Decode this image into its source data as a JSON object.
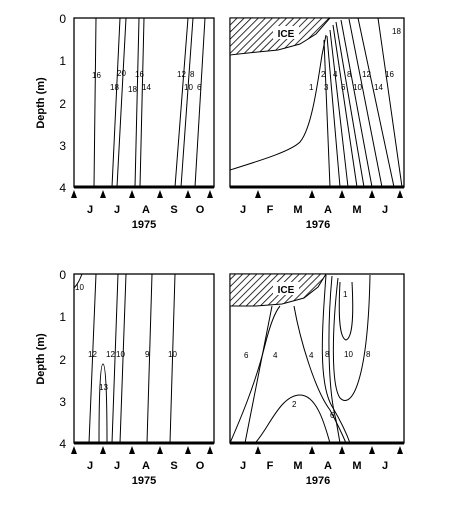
{
  "figure": {
    "ylabel": "Depth (m)",
    "ice_label": "ICE"
  },
  "chart_data": [
    {
      "type": "line",
      "ylabel": "Depth (m)",
      "xlabel": "1975",
      "ylim": [
        4,
        0
      ],
      "yticks": [
        "0",
        "1",
        "2",
        "3",
        "4"
      ],
      "months": [
        "J",
        "J",
        "A",
        "S",
        "O"
      ],
      "isotherm_labels": [
        "16",
        "20",
        "16",
        "18",
        "18",
        "14",
        "12",
        "8",
        "10",
        "6"
      ],
      "ice": false
    },
    {
      "type": "line",
      "ylabel": "",
      "xlabel": "1976",
      "ylim": [
        4,
        0
      ],
      "yticks": [],
      "months": [
        "J",
        "F",
        "M",
        "A",
        "M",
        "J"
      ],
      "isotherm_labels": [
        "1",
        "2",
        "3",
        "4",
        "6",
        "8",
        "10",
        "12",
        "14",
        "16",
        "18"
      ],
      "ice": true
    },
    {
      "type": "line",
      "ylabel": "Depth (m)",
      "xlabel": "1975",
      "ylim": [
        4,
        0
      ],
      "yticks": [
        "0",
        "1",
        "2",
        "3",
        "4"
      ],
      "months": [
        "J",
        "J",
        "A",
        "S",
        "O"
      ],
      "isotherm_labels": [
        "10",
        "12",
        "12",
        "10",
        "13",
        "9",
        "10"
      ],
      "ice": false
    },
    {
      "type": "line",
      "ylabel": "",
      "xlabel": "1976",
      "ylim": [
        4,
        0
      ],
      "yticks": [],
      "months": [
        "J",
        "F",
        "M",
        "A",
        "M",
        "J"
      ],
      "isotherm_labels": [
        "6",
        "4",
        "4",
        "2",
        "8",
        "10",
        "8",
        "6",
        "1"
      ],
      "ice": true
    }
  ]
}
